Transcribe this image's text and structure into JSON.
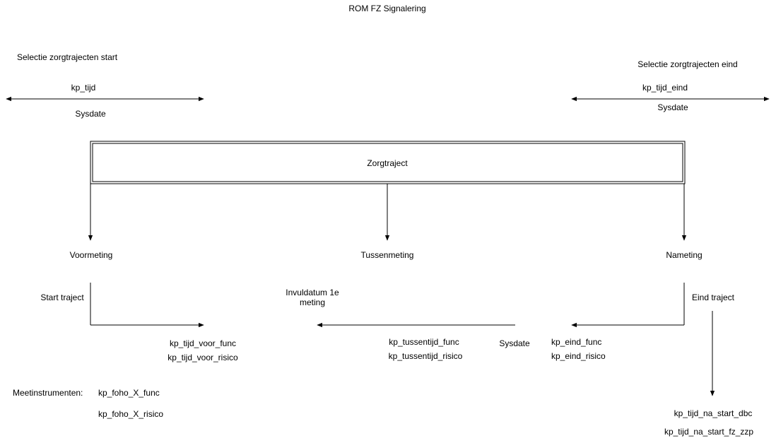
{
  "title": "ROM FZ Signalering",
  "selection_start": {
    "label": "Selectie zorgtrajecten start",
    "upper": "kp_tijd",
    "lower": "Sysdate"
  },
  "selection_end": {
    "label": "Selectie zorgtrajecten eind",
    "upper": "kp_tijd_eind",
    "lower": "Sysdate"
  },
  "trajectory_box": "Zorgtraject",
  "phases": {
    "voormeting": "Voormeting",
    "tussenmeting": "Tussenmeting",
    "nameting": "Nameting"
  },
  "start_traject": "Start traject",
  "eind_traject": "Eind traject",
  "invuldatum": "Invuldatum 1e meting",
  "sysdate_middle": "Sysdate",
  "voor": [
    "kp_tijd_voor_func",
    "kp_tijd_voor_risico"
  ],
  "tussen": [
    "kp_tussentijd_func",
    "kp_tussentijd_risico"
  ],
  "eind": [
    "kp_eind_func",
    "kp_eind_risico"
  ],
  "na": [
    "kp_tijd_na_start_dbc",
    "kp_tijd_na_start_fz_zzp"
  ],
  "meetinstrumenten": {
    "label": "Meetinstrumenten:",
    "items": [
      "kp_foho_X_func",
      "kp_foho_X_risico"
    ]
  }
}
